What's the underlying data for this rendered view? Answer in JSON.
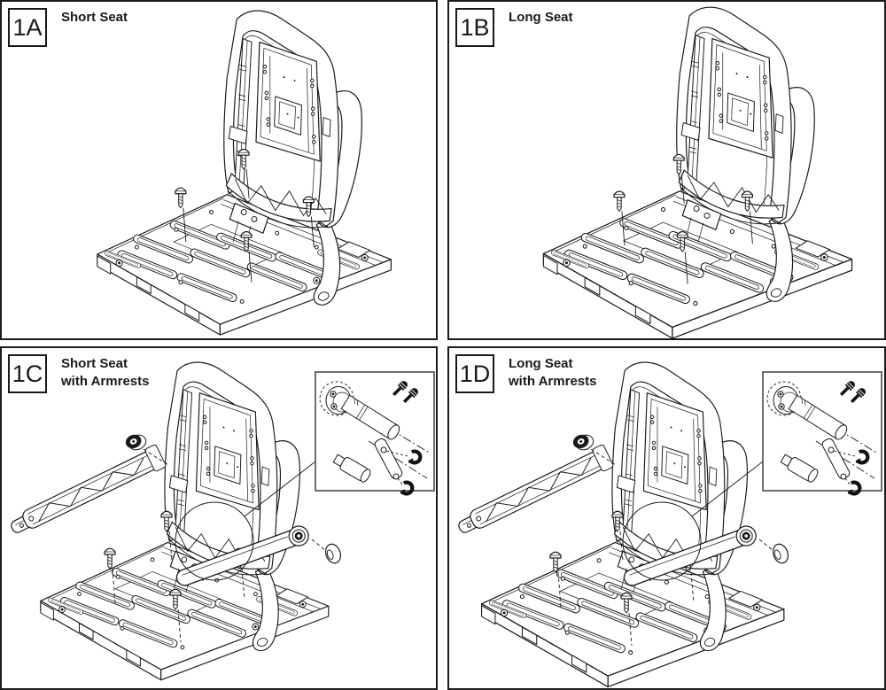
{
  "figure": {
    "panels": [
      {
        "label": "1A",
        "caption": "Short Seat"
      },
      {
        "label": "1B",
        "caption": "Long Seat"
      },
      {
        "label": "1C",
        "caption": "Short Seat\nwith Armrests"
      },
      {
        "label": "1D",
        "caption": "Long Seat\nwith Armrests"
      }
    ],
    "colors": {
      "line": "#1a1a1a",
      "background": "#ffffff",
      "inset_border": "#4a4a4a"
    }
  }
}
